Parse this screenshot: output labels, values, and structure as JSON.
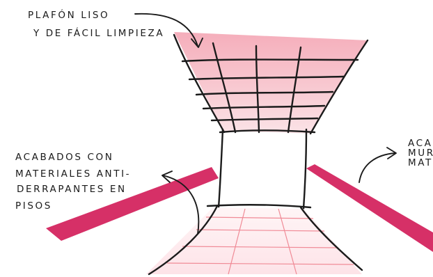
{
  "annotations": {
    "ceiling": {
      "line1": "PLAFÓN LISO",
      "line2": "Y DE FÁCIL LIMPIEZA"
    },
    "floors": {
      "line1": "ACABADOS CON",
      "line2": "MATERIALES ANTI-",
      "line3": "DERRAPANTES EN",
      "line4": "PISOS"
    },
    "walls": {
      "line1": "ACA",
      "line2": "MUR",
      "line3": "MAT"
    }
  },
  "colors": {
    "ink": "#1b1b1b",
    "ceiling_pink": "#f3b3bd",
    "handrail_magenta": "#d21e5a",
    "floor_pink": "#fde8ec",
    "floor_grid": "#f08a96"
  }
}
